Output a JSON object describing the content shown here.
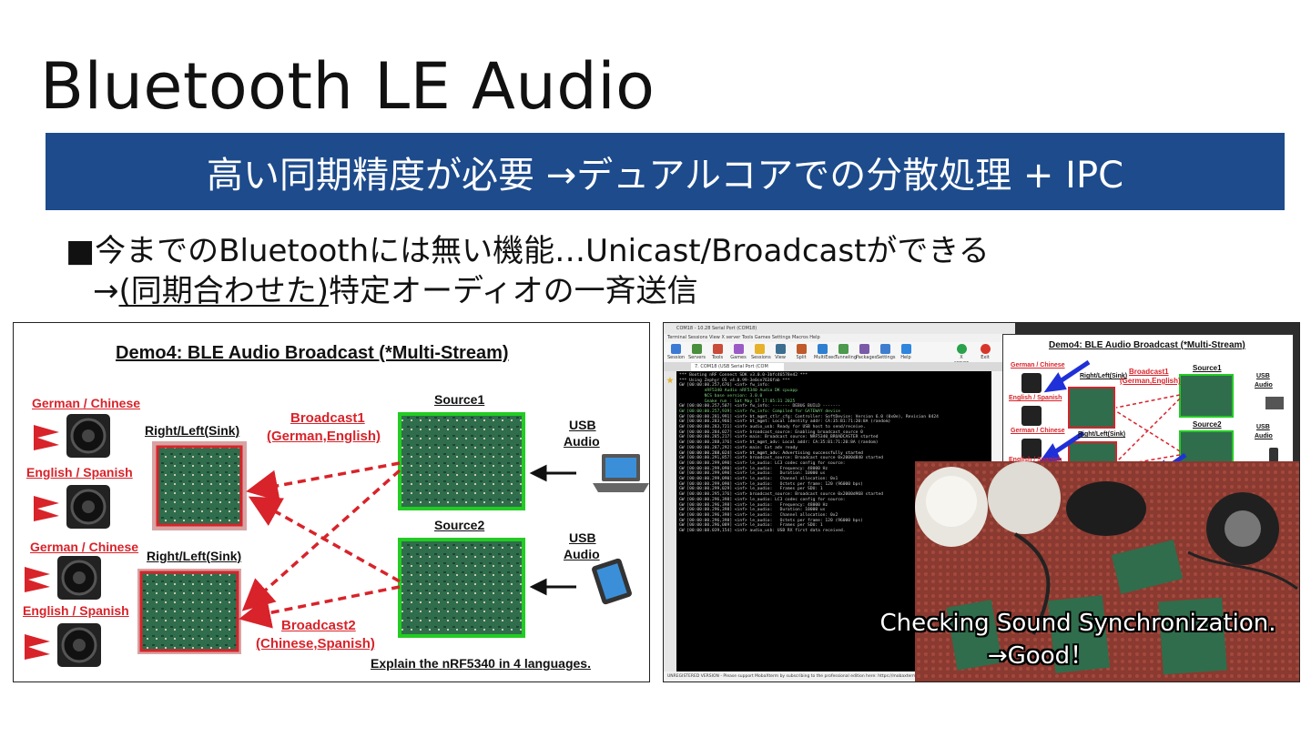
{
  "title": "Bluetooth LE Audio",
  "banner": "高い同期精度が必要  →デュアルコアでの分散処理 + IPC",
  "bullets": {
    "line1": "■今までのBluetoothには無い機能…Unicast/Broadcastができる",
    "line2_prefix": "→",
    "line2_underlined": "(同期合わせた)",
    "line2_rest": "特定オーディオの一斉送信"
  },
  "diagram": {
    "title": "Demo4: BLE Audio Broadcast (*Multi-Stream)",
    "lang1": "German / Chinese",
    "lang2": "English / Spanish",
    "sink": "Right/Left(Sink)",
    "broadcast1": "Broadcast1",
    "broadcast1_langs": "(German,English)",
    "broadcast2": "Broadcast2",
    "broadcast2_langs": "(Chinese,Spanish)",
    "source1": "Source1",
    "source2": "Source2",
    "usb": "USB",
    "audio": "Audio",
    "footer": "Explain the nRF5340 in 4 languages.",
    "colors": {
      "red": "#d8232a",
      "green": "#22cc22",
      "board": "#2a6b4a"
    }
  },
  "screenshot": {
    "window_title": "COM18 - 10.28 Serial Port (COM18)",
    "menu": "Terminal  Sessions  View  X server  Tools  Games  Settings  Macros  Help",
    "toolbar": [
      {
        "label": "Session",
        "icon": "session-icon",
        "color": "#3b7bd4"
      },
      {
        "label": "Servers",
        "icon": "servers-icon",
        "color": "#4a8f3c"
      },
      {
        "label": "Tools",
        "icon": "tools-icon",
        "color": "#c94b3a"
      },
      {
        "label": "Games",
        "icon": "games-icon",
        "color": "#9a5bc7"
      },
      {
        "label": "Sessions",
        "icon": "star-icon",
        "color": "#e6b22c"
      },
      {
        "label": "View",
        "icon": "view-icon",
        "color": "#3c6f8f"
      },
      {
        "label": "Split",
        "icon": "split-icon",
        "color": "#c05a2a"
      },
      {
        "label": "MultiExec",
        "icon": "multiexec-icon",
        "color": "#2f7fd1"
      },
      {
        "label": "Tunneling",
        "icon": "tunneling-icon",
        "color": "#4c9a4c"
      },
      {
        "label": "Packages",
        "icon": "packages-icon",
        "color": "#7a5aa8"
      },
      {
        "label": "Settings",
        "icon": "settings-icon",
        "color": "#3f7ecf"
      },
      {
        "label": "Help",
        "icon": "help-icon",
        "color": "#2e86de"
      }
    ],
    "toolbar_right": [
      {
        "label": "X server",
        "icon": "xserver-icon",
        "color": "#2aa14b"
      },
      {
        "label": "Exit",
        "icon": "exit-icon",
        "color": "#d9362b"
      }
    ],
    "tab_label": "7. COM18 (USB Serial Port (COM",
    "terminal_lines": [
      "*** Booting nRF Connect SDK v3.0.0-3bfc46578e42 ***",
      "*** Using Zephyr OS v4.0.99-3e0ce7636fab ***",
      "GW [00:00:00.257,676] <inf> fw_info:",
      "          nRF5340 Audio nRF5340 Audio DK cpuapp",
      "          NCS base version: 3.0.0",
      "          Cmake run : Sat May 17 17:05:31 2025",
      "GW [00:00:00.257,507] <inf> fw_info: ------- DEBUG BUILD -------",
      "GW [00:00:00.257,939] <inf> fw_info: Compiled for GATEWAY device",
      "GW [00:00:00.281,991] <inf> bt_mgmt_ctlr_cfg: Controller: SoftDevice: Version 6.0 (0x0e), Revision 8424",
      "GW [00:00:00.283,966] <inf> bt_mgmt: Local identity addr: CA:35:B1:71:20:8A (random)",
      "GW [00:00:00.283,721] <inf> audio_usb: Ready for USB host to send/receive.",
      "GW [00:00:00.284,027] <inf> broadcast_source: Enabling broadcast_source 0",
      "GW [00:00:00.285,217] <inf> main: Broadcast source: NRF5340_BROADCASTER started",
      "GW [00:00:00.288,376] <inf> bt_mgmt_adv: Local addr: CA:35:B1:71:20:8A (random)",
      "GW [00:00:00.287,292] <inf> main: Ext adv ready",
      "GW [00:00:00.288,024] <inf> bt_mgmt_adv: Advertising successfully started",
      "GW [00:00:00.291,857] <inf> broadcast_source: Broadcast source 0x2000d840 started",
      "GW [00:00:00.299,090] <inf> le_audio: LC3 codec config for source:",
      "GW [00:00:00.299,090] <inf> le_audio:   Frequency: 48000 Hz",
      "GW [00:00:00.299,090] <inf> le_audio:   Duration: 10000 us",
      "GW [00:00:00.299,090] <inf> le_audio:   Channel allocation: 0x1",
      "GW [00:00:00.299,090] <inf> le_audio:   Octets per frame: 120 (96000 bps)",
      "GW [00:00:00.299,029] <inf> le_audio:   Frames per SDU: 1",
      "GW [00:00:00.295,376] <inf> broadcast_source: Broadcast source 0x2000d968 started",
      "GW [00:00:00.296,398] <inf> le_audio: LC3 codec config for source:",
      "GW [00:00:00.296,398] <inf> le_audio:   Frequency: 48000 Hz",
      "GW [00:00:00.296,398] <inf> le_audio:   Duration: 10000 us",
      "GW [00:00:00.296,398] <inf> le_audio:   Channel allocation: 0x2",
      "GW [00:00:00.296,398] <inf> le_audio:   Octets per frame: 120 (96000 bps)",
      "GW [00:00:00.296,089] <inf> le_audio:   Frames per SDU: 1",
      "GW [00:00:08.039,154] <inf> audio_usb: USB RX first data received."
    ],
    "status_bar": "UNREGISTERED VERSION - Please support MobaXterm by subscribing to the professional edition here: https://mobaxterm.mobatek.net",
    "caption_line1": "Checking Sound Synchronization.",
    "caption_line2": "→Good！"
  }
}
